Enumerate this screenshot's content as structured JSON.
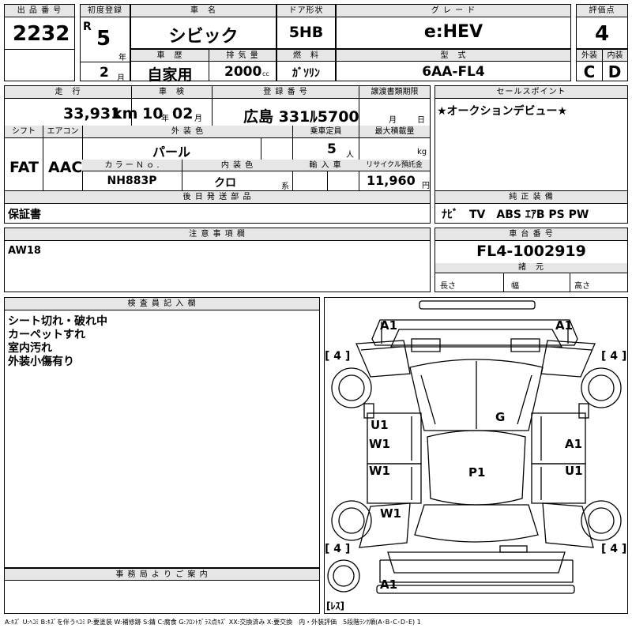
{
  "header": {
    "lot_no_label": "出 品 番 号",
    "lot_no": "2232",
    "first_reg_label": "初度登録",
    "era": "R",
    "year": "5",
    "year_unit": "年",
    "month": "2",
    "month_unit": "月",
    "car_name_label": "車　名",
    "car_name": "シビック",
    "door_label": "ドア形状",
    "door": "5HB",
    "grade_label": "グ レ ー ド",
    "grade": "e:HEV",
    "score_label": "評価点",
    "score": "4",
    "history_label": "車　歴",
    "history": "自家用",
    "displacement_label": "排 気 量",
    "displacement": "2000",
    "cc_unit": "cc",
    "fuel_label": "燃　料",
    "fuel": "ｶﾞｿﾘﾝ",
    "model_label": "型　式",
    "model": "6AA-FL4",
    "exterior_label": "外装",
    "exterior": "C",
    "interior_label": "内装",
    "interior": "D"
  },
  "row2": {
    "mileage_label": "走　行",
    "mileage": "33,931",
    "mileage_unit": "km",
    "inspection_label": "車　検",
    "inspection_year": "10",
    "year_unit": "年",
    "inspection_month": "02",
    "month_unit": "月",
    "plate_label": "登 録 番 号",
    "plate": "広島 331ﾙ5700",
    "transfer_label": "譲渡書類期限",
    "month_unit2": "月",
    "day_unit": "日",
    "shift_label": "シフト",
    "shift": "FAT",
    "ac_label": "エアコン",
    "ac": "AAC",
    "color_label": "外 装 色",
    "color": "パール",
    "capacity_label": "乗車定員",
    "capacity": "5",
    "capacity_unit": "人",
    "max_load_label": "最大積載量",
    "max_load_unit": "kg",
    "color_no_label": "カ ラ ー Ｎ ｏ .",
    "color_no": "NH883P",
    "interior_color_label": "内 装 色",
    "interior_color": "クロ",
    "interior_color_unit": "系",
    "import_label": "輸 入 車",
    "recycle_label": "リサイクル預託金",
    "recycle": "11,960",
    "recycle_unit": "円"
  },
  "sales": {
    "label": "セールスポイント",
    "text": "★オークションデビュー★"
  },
  "later_parts": {
    "label": "後 日 発 送 部 品",
    "text": "保証書"
  },
  "equipment": {
    "label": "純 正 装 備",
    "text": "ﾅﾋﾞ　TV　ABS ｴｱB PS PW"
  },
  "notes": {
    "label": "注 意 事 項 欄",
    "text": "AW18"
  },
  "chassis": {
    "label": "車 台 番 号",
    "value": "FL4-1002919",
    "dims_label": "諸　元",
    "length_label": "長さ",
    "width_label": "幅",
    "height_label": "高さ"
  },
  "inspector": {
    "label": "検 査 員 記 入 欄",
    "lines": [
      "シート切れ・破れ中",
      "カーペットすれ",
      "室内汚れ",
      "外装小傷有り"
    ]
  },
  "office": {
    "label": "事 務 局 よ り ご 案 内"
  },
  "diagram": {
    "marks": {
      "front_left": "A1",
      "front_right": "A1",
      "tire_fl": "[ 4 ]",
      "tire_fr": "[ 4 ]",
      "tire_rl": "[ 4 ]",
      "tire_rr": "[ 4 ]",
      "door_l1": "U1",
      "door_l2": "W1",
      "door_l3": "W1",
      "door_l4": "W1",
      "door_r1": "A1",
      "door_r2": "U1",
      "glass": "G",
      "roof": "P1",
      "rear": "A1",
      "spare": "[ﾚｽ]"
    }
  },
  "legend": "A:ｷｽﾞ U:ﾍｺﾐ B:ｷｽﾞを伴うﾍｺﾐ P:要塗装 W:補修跡 S:錆 C:腐食 G:ﾌﾛﾝﾄｶﾞﾗｽ点ｷｽﾞ XX:交換済み X:要交換　内・外装評価　5段階ﾗﾝｸ順(A･B･C･D･E) 1"
}
